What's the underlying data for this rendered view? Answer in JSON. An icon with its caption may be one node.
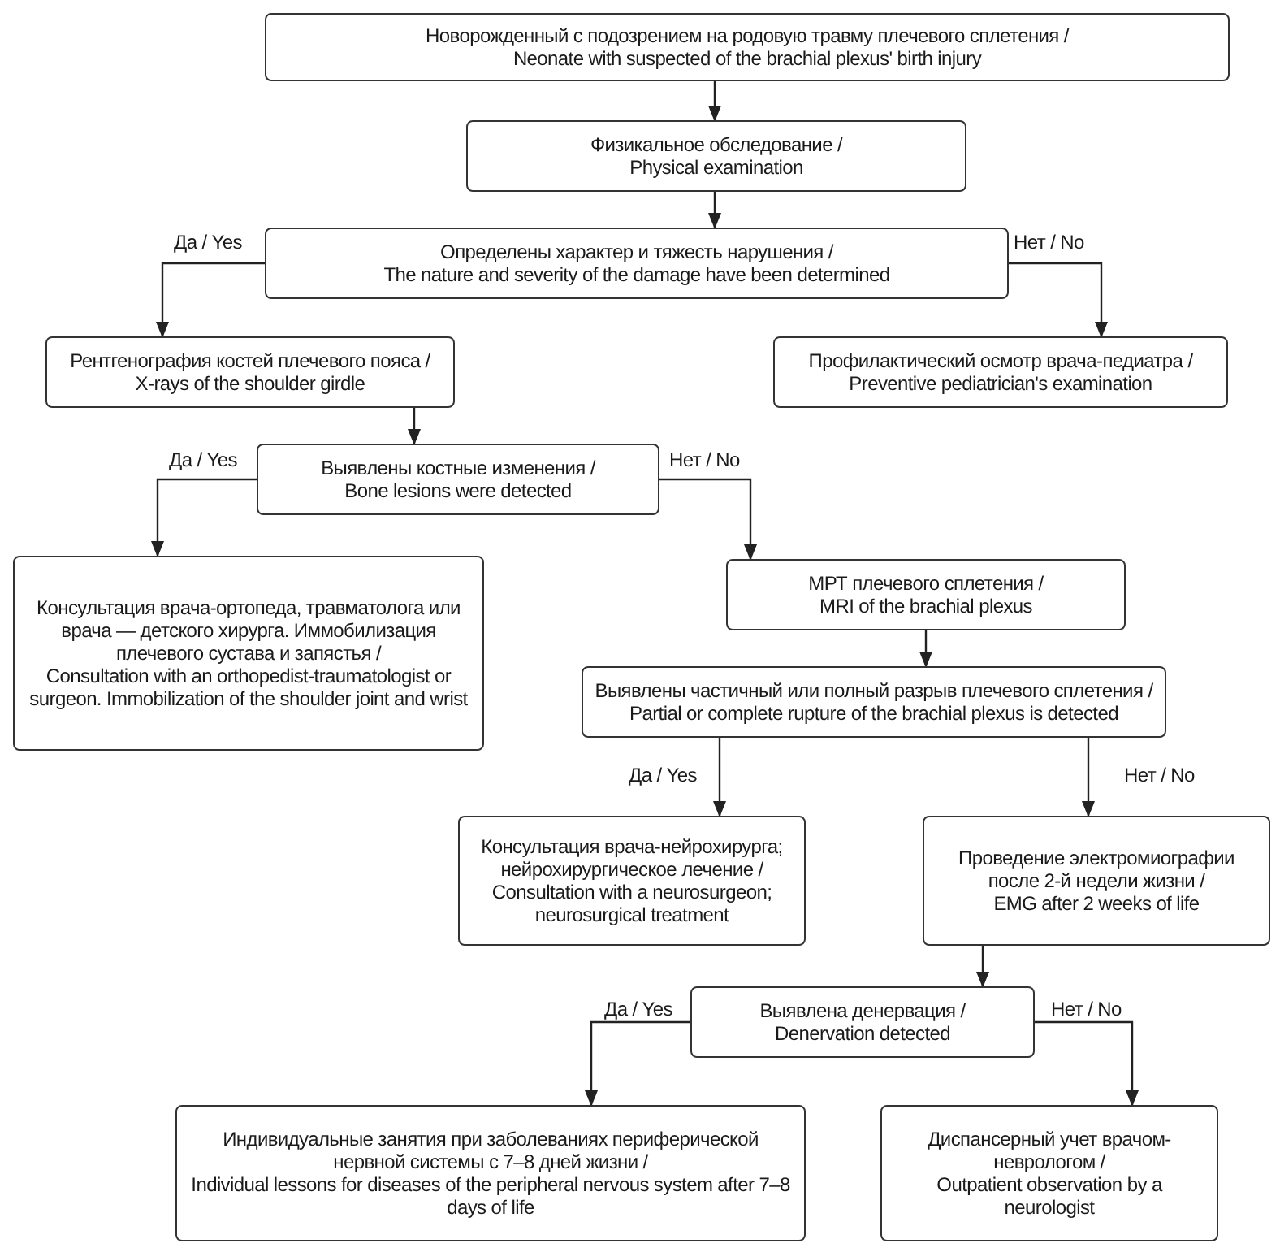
{
  "diagram": {
    "nodes": [
      {
        "text": [
          "Новорожденный с подозрением на родовую травму плечевого сплетения /",
          "Neonate with suspected of the brachial plexus' birth injury"
        ]
      },
      {
        "text": [
          "Физикальное обследование /",
          "Physical examination"
        ]
      },
      {
        "text": [
          "Определены характер и тяжесть нарушения /",
          "The nature and severity of the damage have been determined"
        ]
      },
      {
        "text": [
          "Рентгенография костей плечевого пояса /",
          "X-rays of the shoulder girdle"
        ]
      },
      {
        "text": [
          "Профилактический осмотр врача-педиатра /",
          "Preventive pediatrician's examination"
        ]
      },
      {
        "text": [
          "Выявлены костные изменения /",
          "Bone lesions were detected"
        ]
      },
      {
        "text": [
          "Консультация врача-ортопеда, травматолога или врача — детского хирурга. Иммобилизация плечевого сустава и запястья /",
          "Consultation with an orthopedist-traumatologist or surgeon. Immobilization of the shoulder joint and wrist"
        ]
      },
      {
        "text": [
          "МРТ плечевого сплетения /",
          "MRI of the brachial plexus"
        ]
      },
      {
        "text": [
          "Выявлены частичный или полный разрыв плечевого сплетения /",
          "Partial or complete rupture of the brachial plexus is detected"
        ]
      },
      {
        "text": [
          "Консультация врача-нейрохирурга; нейрохирургическое лечение /",
          "Consultation with a neurosurgeon; neurosurgical treatment"
        ]
      },
      {
        "text": [
          "Проведение электромиографии после 2-й недели жизни /",
          "EMG after 2 weeks of life"
        ]
      },
      {
        "text": [
          "Выявлена денервация /",
          "Denervation detected"
        ]
      },
      {
        "text": [
          "Индивидуальные занятия при заболеваниях периферической нервной системы с 7–8 дней жизни /",
          "Individual lessons for diseases of the peripheral nervous system after 7–8 days of life"
        ]
      },
      {
        "text": [
          "Диспансерный учет врачом-неврологом /",
          "Outpatient observation by a neurologist"
        ]
      }
    ],
    "edges": [
      {
        "from": 0,
        "to": 1,
        "arrow": "to"
      },
      {
        "from": 1,
        "to": 2,
        "arrow": "to"
      },
      {
        "from": 2,
        "to": 3,
        "arrow": "to",
        "label": "Да / Yes"
      },
      {
        "from": 2,
        "to": 4,
        "arrow": "to",
        "label": "Нет / No"
      },
      {
        "from": 3,
        "to": 5,
        "arrow": "to"
      },
      {
        "from": 5,
        "to": 6,
        "arrow": "to",
        "label": "Да / Yes"
      },
      {
        "from": 5,
        "to": 7,
        "arrow": "to",
        "label": "Нет / No"
      },
      {
        "from": 7,
        "to": 8,
        "arrow": "to"
      },
      {
        "from": 8,
        "to": 9,
        "arrow": "to",
        "label": "Да / Yes"
      },
      {
        "from": 8,
        "to": 10,
        "arrow": "to",
        "label": "Нет / No"
      },
      {
        "from": 10,
        "to": 11,
        "arrow": "to"
      },
      {
        "from": 11,
        "to": 12,
        "arrow": "to",
        "label": "Да / Yes"
      },
      {
        "from": 11,
        "to": 13,
        "arrow": "to",
        "label": "Нет / No"
      }
    ]
  }
}
